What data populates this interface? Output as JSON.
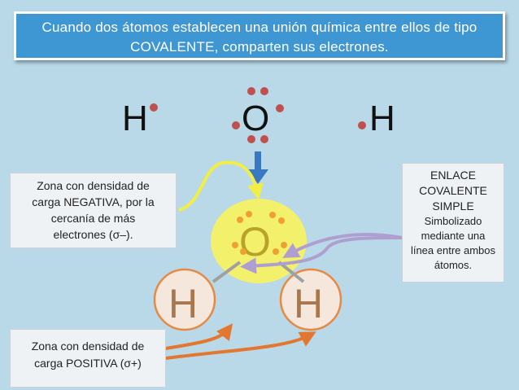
{
  "banner": {
    "line1": "Cuando dos átomos establecen una unión química entre ellos de tipo",
    "line2": "COVALENTE, comparten sus electrones."
  },
  "atoms_top": {
    "left": "H",
    "center": "O",
    "right": "H"
  },
  "molecule": {
    "oxygen": "O",
    "hydrogen_left": "H",
    "hydrogen_right": "H"
  },
  "negative_zone": {
    "line1": "Zona con densidad de",
    "line2": "carga NEGATIVA, por la",
    "line3": "cercanía de más",
    "line4": "electrones (σ–)."
  },
  "bond_box": {
    "line1": "ENLACE",
    "line2": "COVALENTE",
    "line3": "SIMPLE",
    "line4": "Simbolizado",
    "line5": "mediante una",
    "line6": "línea entre ambos",
    "line7": "átomos."
  },
  "positive_zone": {
    "line1": "Zona con densidad de",
    "line2": "carga POSITIVA (σ+)"
  },
  "colors": {
    "banner": "#3e96d2",
    "background": "#b9d9e8",
    "electron_top": "#c0504d",
    "electron_molecule": "#f0a030",
    "oxygen_fill": "#f3f06c",
    "hydrogen_fill": "#f6e7dc",
    "hydrogen_stroke": "#e58a45",
    "arrow_blue": "#3a78c2",
    "arrow_yellow": "#f2ee45",
    "arrow_lavender": "#ae9fd0",
    "arrow_orange": "#e3772f"
  }
}
